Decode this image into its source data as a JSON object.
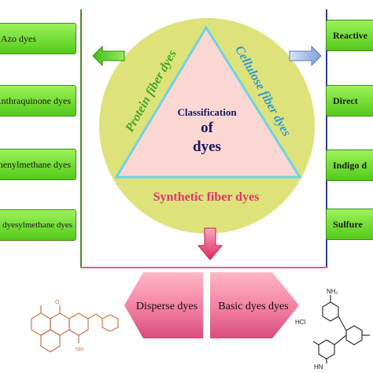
{
  "left_boxes": [
    "Azo dyes",
    "Anthraquinone dyes",
    "Triphenylmethane dyes",
    "Phthalocyanine dyesylmethane dyes"
  ],
  "right_boxes": [
    "Reactive",
    "Direct",
    "Indigo d",
    "Sulfure"
  ],
  "center": {
    "protein": "Protein fiber dyes",
    "cellulose": "Cellulose fiber dyes",
    "title_line1": "Classification",
    "title_line2": "of",
    "title_line3": "dyes",
    "synthetic": "Synthetic fiber dyes"
  },
  "bottom": {
    "disperse": "Disperse dyes",
    "basic": "Basic dyes dyes",
    "hcl": "HCl",
    "nh2": "NH₂",
    "hn": "HN"
  },
  "colors": {
    "box_green_light": "#9cf25a",
    "box_green_dark": "#53c91a",
    "circle_fill": "#dde27a",
    "triangle_fill": "#fad7d3",
    "triangle_border": "#6fd2e2",
    "protein_text": "#3fa82b",
    "cellulose_text": "#2f9bd0",
    "synthetic_text": "#e0356e",
    "title_text": "#1a1760",
    "pentagon_fill": "#f07a9e",
    "bracket_left": "#4c8a2a",
    "bracket_right": "#2b3f8f",
    "baseline": "#e85a90",
    "molecule_orange": "#c8744a"
  }
}
